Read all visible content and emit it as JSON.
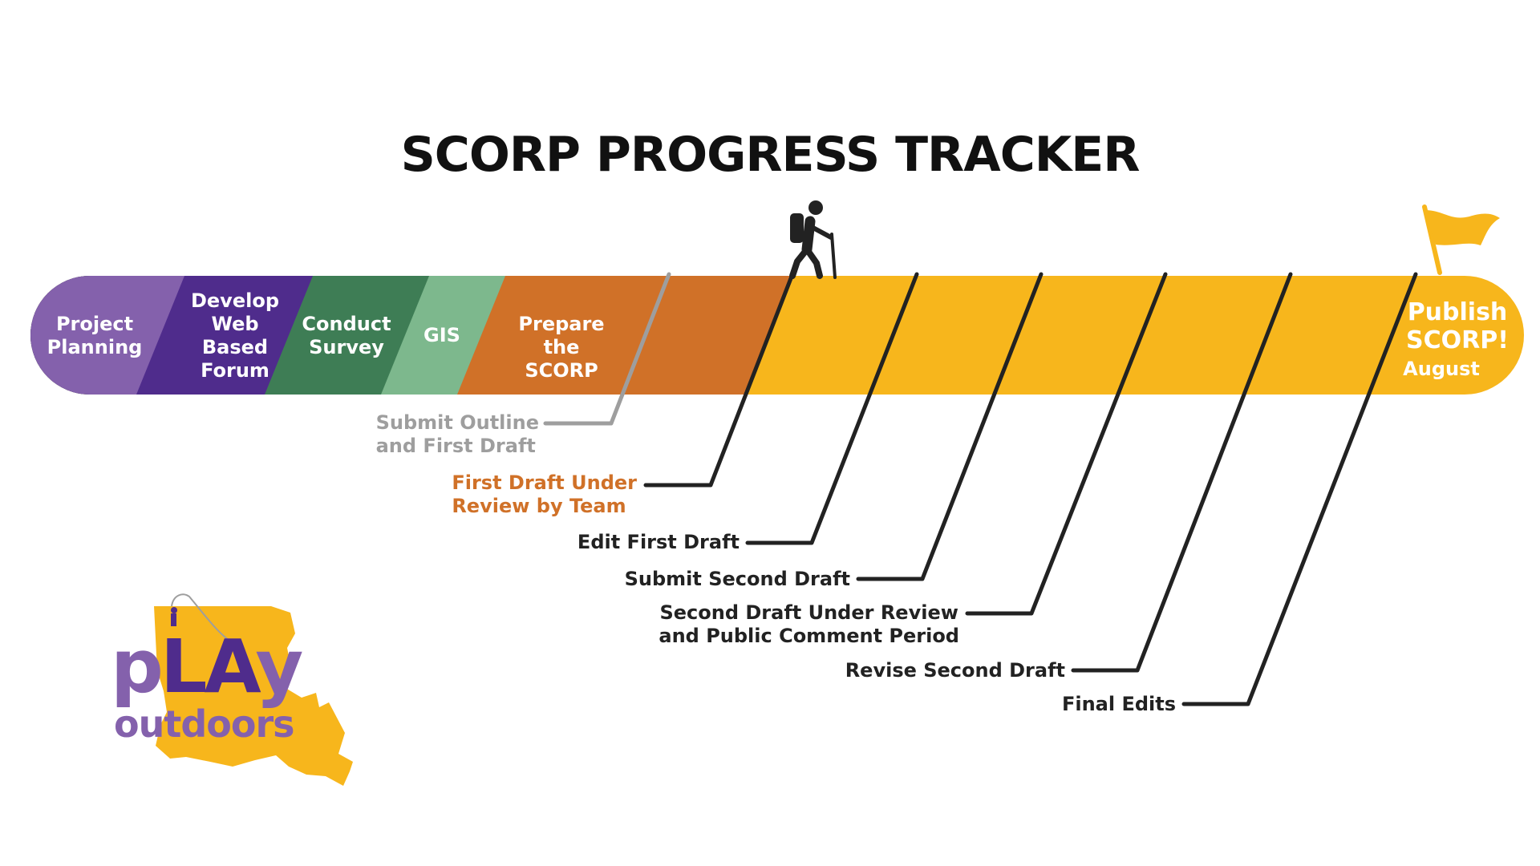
{
  "title": "SCORP PROGRESS TRACKER",
  "colors": {
    "purple_light": "#8461AC",
    "purple_dark": "#4F2C8C",
    "green_dark": "#3E7D55",
    "green_light": "#7DB88D",
    "orange": "#D07128",
    "gold": "#F7B61C",
    "gray": "#9E9E9E",
    "dark": "#222222"
  },
  "phases": [
    {
      "label": "Project\nPlanning"
    },
    {
      "label": "Develop\nWeb\nBased\nForum"
    },
    {
      "label": "Conduct\nSurvey"
    },
    {
      "label": "GIS"
    },
    {
      "label": "Prepare the\nSCORP"
    }
  ],
  "end": {
    "title": "Publish\nSCORP!",
    "subtitle": "August"
  },
  "milestones": [
    {
      "label": "Submit Outline\nand First Draft",
      "color": "gray"
    },
    {
      "label": "First Draft Under\nReview by Team",
      "color": "orange"
    },
    {
      "label": "Edit First Draft",
      "color": "dark"
    },
    {
      "label": "Submit Second Draft",
      "color": "dark"
    },
    {
      "label": "Second Draft Under Review\nand Public Comment Period",
      "color": "dark"
    },
    {
      "label": "Revise Second Draft",
      "color": "dark"
    },
    {
      "label": "Final Edits",
      "color": "dark"
    }
  ],
  "logo": {
    "line1_a": "p",
    "line1_b": "LA",
    "line1_c": "y",
    "line2": "outdoors"
  },
  "icons": {
    "current": "hiker-icon",
    "goal": "flag-icon"
  }
}
